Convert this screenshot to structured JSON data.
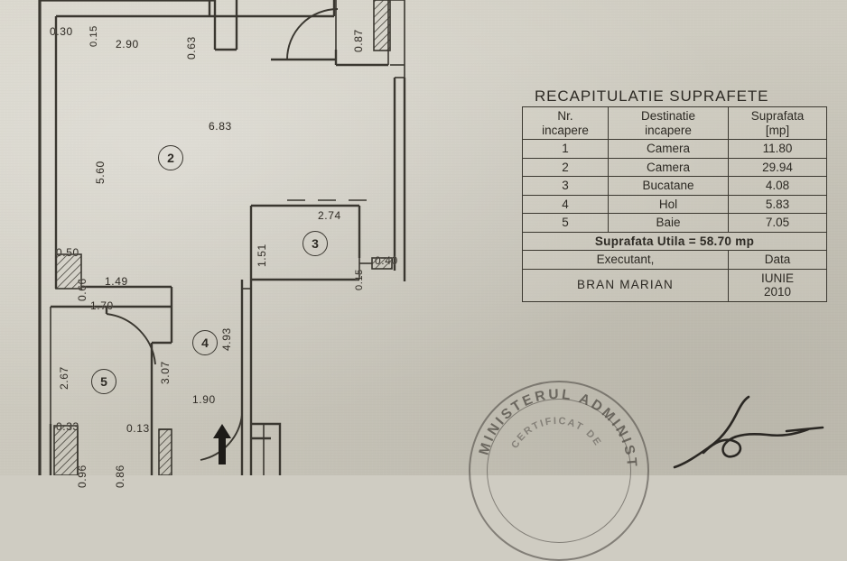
{
  "document": {
    "type": "architectural-floor-plan",
    "legend_title": "RECAPITULATIE SUPRAFETE"
  },
  "table": {
    "headers": {
      "col1_line1": "Nr.",
      "col1_line2": "incapere",
      "col2_line1": "Destinatie",
      "col2_line2": "incapere",
      "col3_line1": "Suprafata",
      "col3_line2": "[mp]"
    },
    "rows": [
      {
        "nr": "1",
        "destinatie": "Camera",
        "suprafata": "11.80"
      },
      {
        "nr": "2",
        "destinatie": "Camera",
        "suprafata": "29.94"
      },
      {
        "nr": "3",
        "destinatie": "Bucatane",
        "suprafata": "4.08"
      },
      {
        "nr": "4",
        "destinatie": "Hol",
        "suprafata": "5.83"
      },
      {
        "nr": "5",
        "destinatie": "Baie",
        "suprafata": "7.05"
      }
    ],
    "total_label": "Suprafata Utila = 58.70 mp",
    "executant_label": "Executant,",
    "data_label": "Data",
    "executant_name": "BRAN  MARIAN",
    "data_month": "IUNIE",
    "data_year": "2010"
  },
  "rooms": [
    {
      "id": "2",
      "number": "2"
    },
    {
      "id": "3",
      "number": "3"
    },
    {
      "id": "4",
      "number": "4"
    },
    {
      "id": "5",
      "number": "5"
    }
  ],
  "dimensions": {
    "d_030": "0.30",
    "d_015_top": "0.15",
    "d_290": "2.90",
    "d_063": "0.63",
    "d_087": "0.87",
    "d_560": "5.60",
    "d_683": "6.83",
    "d_151": "1.51",
    "d_274": "2.74",
    "d_015_mid": "0.15",
    "d_040": "0.40",
    "d_050": "0.50",
    "d_066": "0.66",
    "d_149": "1.49",
    "d_170": "1.70",
    "d_267": "2.67",
    "d_307": "3.07",
    "d_493": "4.93",
    "d_190": "1.90",
    "d_033": "0.33",
    "d_096": "0.96",
    "d_013": "0.13",
    "d_086": "0.86"
  },
  "stamp": {
    "outer_text": "MINISTERUL   ADMINISTRA",
    "inner_text_1": "CERTIFICAT",
    "inner_text_2": "DE"
  },
  "colors": {
    "paper": "#d0cdc2",
    "ink": "#3a3730",
    "stamp_ink": "#54504a"
  }
}
